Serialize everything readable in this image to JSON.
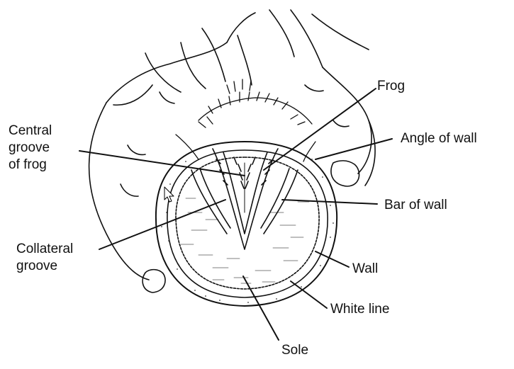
{
  "colors": {
    "ink": "#111111",
    "background": "#ffffff"
  },
  "labels": {
    "frog": "Frog",
    "angle_of_wall": "Angle of wall",
    "bar_of_wall": "Bar of wall",
    "wall": "Wall",
    "white_line": "White line",
    "sole": "Sole",
    "central_groove": [
      "Central",
      "groove",
      "of frog"
    ],
    "collateral_groove": [
      "Collateral",
      "groove"
    ]
  },
  "icons": {
    "cursor": "mouse-pointer-icon"
  }
}
